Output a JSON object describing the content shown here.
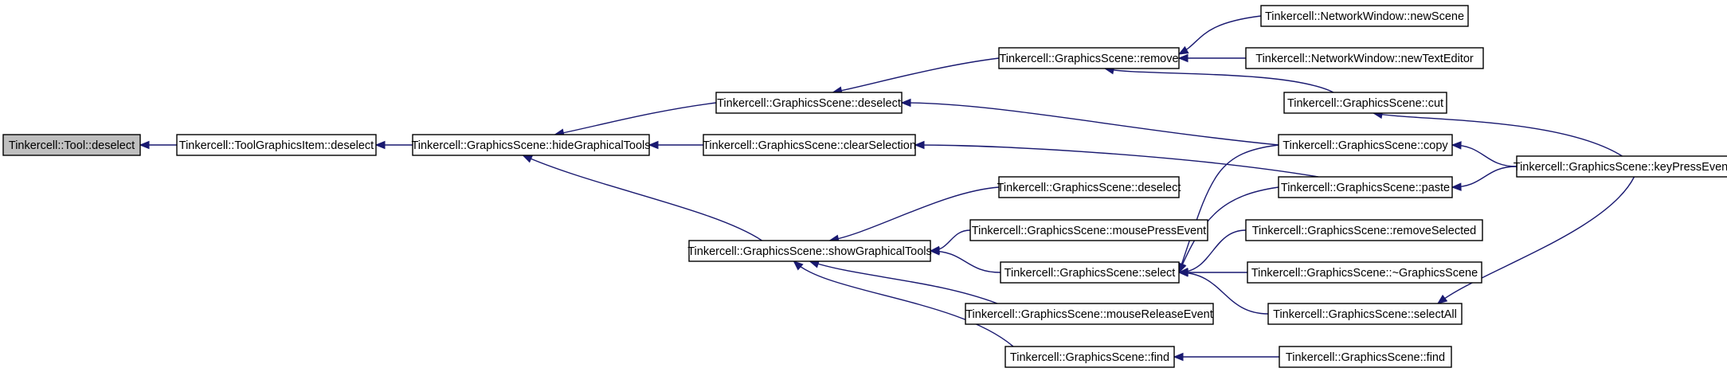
{
  "graph": {
    "root": "n0",
    "nodes": [
      {
        "id": "n0",
        "label": "Tinkercell::Tool::deselect",
        "root": true
      },
      {
        "id": "n1",
        "label": "Tinkercell::ToolGraphicsItem::deselect"
      },
      {
        "id": "n2",
        "label": "Tinkercell::GraphicsScene::hideGraphicalTools"
      },
      {
        "id": "n3",
        "label": "Tinkercell::GraphicsScene::deselect"
      },
      {
        "id": "n4",
        "label": "Tinkercell::GraphicsScene::clearSelection"
      },
      {
        "id": "n5",
        "label": "Tinkercell::GraphicsScene::showGraphicalTools"
      },
      {
        "id": "n6",
        "label": "Tinkercell::GraphicsScene::remove"
      },
      {
        "id": "n7",
        "label": "Tinkercell::GraphicsScene::copy"
      },
      {
        "id": "n8",
        "label": "Tinkercell::GraphicsScene::paste"
      },
      {
        "id": "n9",
        "label": "Tinkercell::GraphicsScene::deselect"
      },
      {
        "id": "n10",
        "label": "Tinkercell::GraphicsScene::mousePressEvent"
      },
      {
        "id": "n11",
        "label": "Tinkercell::GraphicsScene::select"
      },
      {
        "id": "n12",
        "label": "Tinkercell::GraphicsScene::mouseReleaseEvent"
      },
      {
        "id": "n13",
        "label": "Tinkercell::GraphicsScene::find"
      },
      {
        "id": "n14",
        "label": "Tinkercell::NetworkWindow::newScene"
      },
      {
        "id": "n15",
        "label": "Tinkercell::NetworkWindow::newTextEditor"
      },
      {
        "id": "n16",
        "label": "Tinkercell::GraphicsScene::cut"
      },
      {
        "id": "n17",
        "label": "Tinkercell::GraphicsScene::removeSelected"
      },
      {
        "id": "n18",
        "label": "Tinkercell::GraphicsScene::~GraphicsScene"
      },
      {
        "id": "n19",
        "label": "Tinkercell::GraphicsScene::selectAll"
      },
      {
        "id": "n20",
        "label": "Tinkercell::GraphicsScene::find"
      },
      {
        "id": "n21",
        "label": "Tinkercell::GraphicsScene::keyPressEvent"
      }
    ],
    "edges": [
      {
        "from": "n1",
        "to": "n0"
      },
      {
        "from": "n2",
        "to": "n1"
      },
      {
        "from": "n3",
        "to": "n2"
      },
      {
        "from": "n4",
        "to": "n2"
      },
      {
        "from": "n5",
        "to": "n2"
      },
      {
        "from": "n6",
        "to": "n3"
      },
      {
        "from": "n7",
        "to": "n3"
      },
      {
        "from": "n8",
        "to": "n4"
      },
      {
        "from": "n9",
        "to": "n5"
      },
      {
        "from": "n10",
        "to": "n5"
      },
      {
        "from": "n11",
        "to": "n5"
      },
      {
        "from": "n12",
        "to": "n5"
      },
      {
        "from": "n13",
        "to": "n5"
      },
      {
        "from": "n14",
        "to": "n6"
      },
      {
        "from": "n15",
        "to": "n6"
      },
      {
        "from": "n16",
        "to": "n6"
      },
      {
        "from": "n7",
        "to": "n11"
      },
      {
        "from": "n8",
        "to": "n11"
      },
      {
        "from": "n17",
        "to": "n11"
      },
      {
        "from": "n18",
        "to": "n11"
      },
      {
        "from": "n19",
        "to": "n11"
      },
      {
        "from": "n20",
        "to": "n13"
      },
      {
        "from": "n21",
        "to": "n16"
      },
      {
        "from": "n21",
        "to": "n7"
      },
      {
        "from": "n21",
        "to": "n8"
      },
      {
        "from": "n21",
        "to": "n19"
      }
    ]
  },
  "colors": {
    "edge": "#191970",
    "root_fill": "#bfbfbf",
    "node_fill": "#ffffff",
    "node_border": "#000000"
  }
}
